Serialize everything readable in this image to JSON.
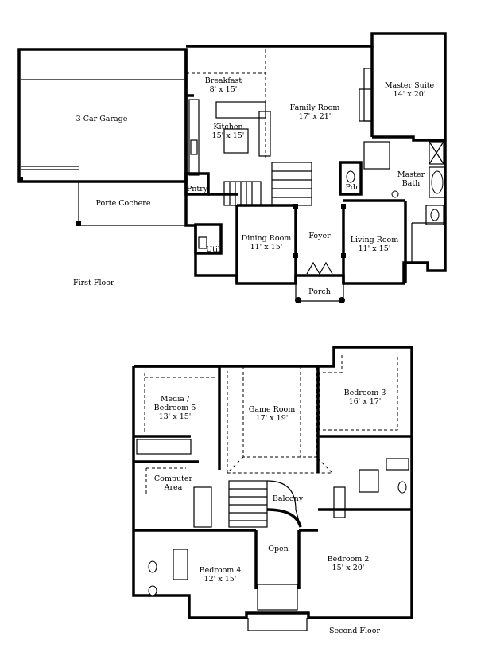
{
  "first_floor": {
    "caption": "First Floor",
    "rooms": {
      "garage": {
        "name": "3 Car Garage",
        "size": ""
      },
      "porte_cochere": {
        "name": "Porte Cochere",
        "size": ""
      },
      "breakfast": {
        "name": "Breakfast",
        "size": "8' x 15'"
      },
      "kitchen": {
        "name": "Kitchen",
        "size": "15' x 15'"
      },
      "pantry": {
        "name": "Pntry",
        "size": ""
      },
      "utility": {
        "name": "Util",
        "size": ""
      },
      "family_room": {
        "name": "Family Room",
        "size": "17' x 21'"
      },
      "master_suite": {
        "name": "Master Suite",
        "size": "14' x 20'"
      },
      "master_bath": {
        "name": "Master Bath",
        "size": ""
      },
      "powder": {
        "name": "Pdr",
        "size": ""
      },
      "dining_room": {
        "name": "Dining Room",
        "size": "11' x 15'"
      },
      "foyer": {
        "name": "Foyer",
        "size": ""
      },
      "living_room": {
        "name": "Living Room",
        "size": "11' x 15'"
      },
      "porch": {
        "name": "Porch",
        "size": ""
      }
    }
  },
  "second_floor": {
    "caption": "Second Floor",
    "rooms": {
      "media": {
        "name": "Media / Bedroom 5",
        "size": "13' x 15'"
      },
      "game_room": {
        "name": "Game Room",
        "size": "17' x 19'"
      },
      "bedroom3": {
        "name": "Bedroom 3",
        "size": "16' x 17'"
      },
      "computer": {
        "name": "Computer Area",
        "size": ""
      },
      "balcony": {
        "name": "Balcony",
        "size": ""
      },
      "open": {
        "name": "Open",
        "size": ""
      },
      "bedroom4": {
        "name": "Bedroom 4",
        "size": "12' x 15'"
      },
      "bedroom2": {
        "name": "Bedroom 2",
        "size": "15' x 20'"
      }
    }
  }
}
